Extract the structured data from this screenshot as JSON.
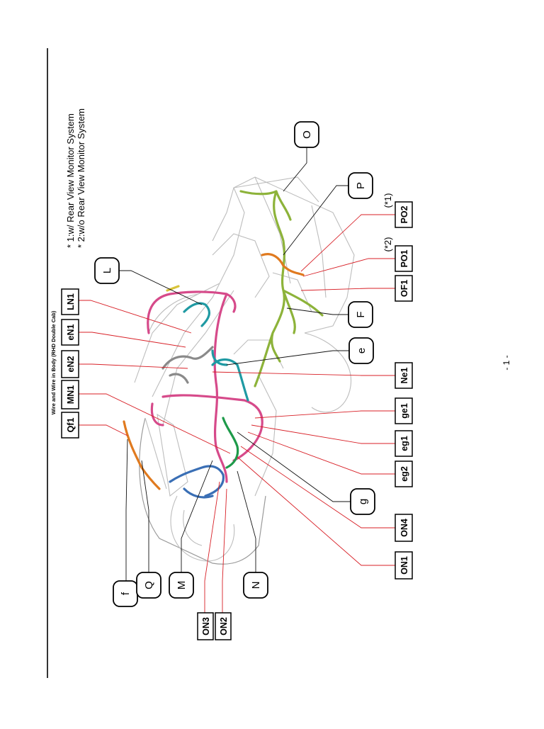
{
  "title": "Wire and Wire in Body (RHD Double Cab)",
  "notes": [
    "* 1:w/ Rear View Monitor System",
    "* 2:w/o Rear View Monitor System"
  ],
  "page_number": "- 1 -",
  "callouts": {
    "O": "O",
    "P": "P",
    "L": "L",
    "F": "F",
    "e": "e",
    "g": "g",
    "f": "f",
    "Q": "Q",
    "M": "M",
    "N": "N"
  },
  "codes": {
    "Qf1": "Qf1",
    "MN1": "MN1",
    "eN2": "eN2",
    "eN1": "eN1",
    "LN1": "LN1",
    "Ne1": "Ne1",
    "ge1": "ge1",
    "eg1": "eg1",
    "eg2": "eg2",
    "OF1": "OF1",
    "PO1": "PO1",
    "PO2": "PO2",
    "ON1": "ON1",
    "ON4": "ON4",
    "ON3": "ON3",
    "ON2": "ON2"
  },
  "footnote_marks": {
    "PO1": "(*2)",
    "PO2": "(*1)"
  },
  "colors": {
    "red_leader": "#d81f26",
    "olive_harness": "#8db33a",
    "pink_harness": "#d64a8a",
    "teal_harness": "#1f9aa3",
    "blue_harness": "#3a6fb5",
    "orange_harness": "#e07a1f",
    "green_harness": "#1e9a4a",
    "gray_harness": "#8a8a8a"
  }
}
